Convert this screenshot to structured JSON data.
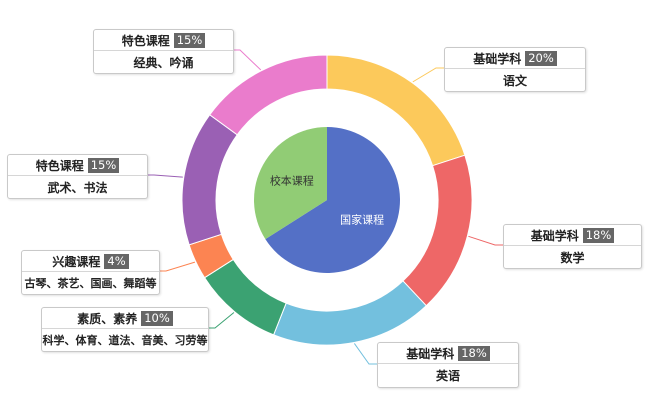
{
  "chart_data": {
    "type": "pie",
    "outer_ring": [
      {
        "category": "基础学科",
        "percent": "20%",
        "value": 20,
        "subject": "语文",
        "color": "#fcc95b"
      },
      {
        "category": "基础学科",
        "percent": "18%",
        "value": 18,
        "subject": "数学",
        "color": "#ee6767"
      },
      {
        "category": "基础学科",
        "percent": "18%",
        "value": 18,
        "subject": "英语",
        "color": "#73c0de"
      },
      {
        "category": "素质、素养",
        "percent": "10%",
        "value": 10,
        "subject": "科学、体育、道法、音美、习劳等",
        "color": "#3ba272"
      },
      {
        "category": "兴趣课程",
        "percent": "4%",
        "value": 4,
        "subject": "古琴、茶艺、国画、舞蹈等",
        "color": "#fc8452"
      },
      {
        "category": "特色课程",
        "percent": "15%",
        "value": 15,
        "subject": "武术、书法",
        "color": "#9a60b4"
      },
      {
        "category": "特色课程",
        "percent": "15%",
        "value": 15,
        "subject": "经典、吟诵",
        "color": "#ea7ccc"
      }
    ],
    "inner_pie": [
      {
        "name": "国家课程",
        "value": 66,
        "color": "#5470c6"
      },
      {
        "name": "校本课程",
        "value": 34,
        "color": "#91cc75"
      }
    ]
  }
}
